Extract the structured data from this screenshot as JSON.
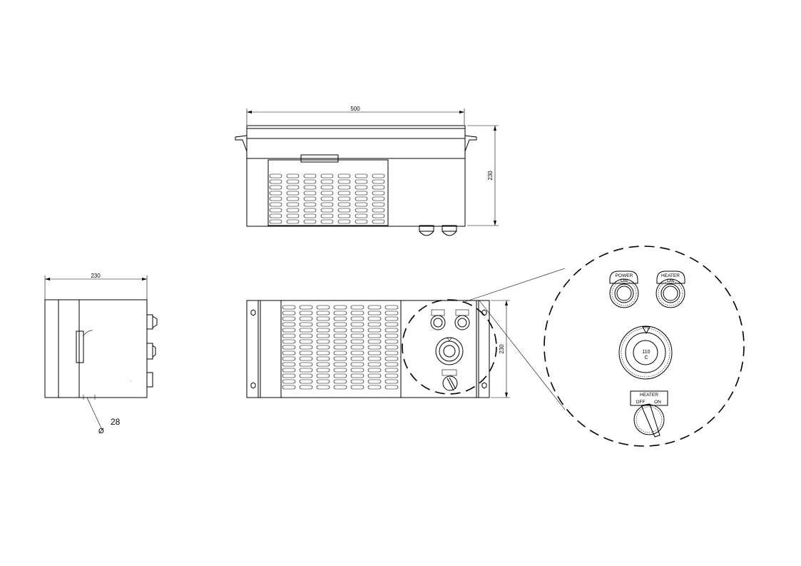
{
  "dimensions": {
    "top_width": "500",
    "top_height": "230",
    "side_width": "230",
    "front_height": "230",
    "cable_diameter": "28"
  },
  "symbols": {
    "diameter": "Ø"
  },
  "panel": {
    "power_label_line1": "POWER",
    "power_label_line2": "ON",
    "heater_label_line1": "HEATER",
    "heater_label_line2": "ON",
    "thermostat_value": "110",
    "thermostat_unit": "C",
    "switch_title": "HEATER",
    "switch_off": "OFF",
    "switch_on": "ON"
  }
}
